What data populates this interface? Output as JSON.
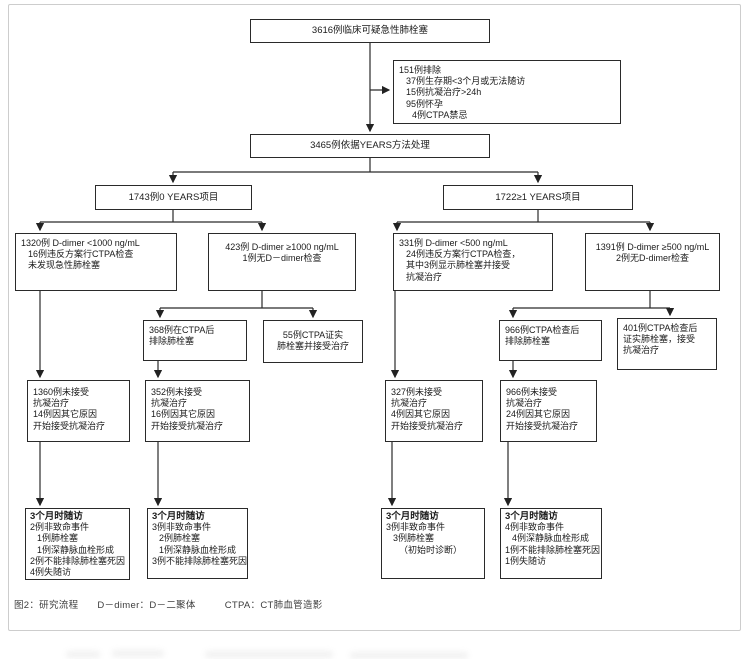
{
  "diagram": {
    "caption": {
      "figure_label": "图2：研究流程",
      "dd_definition": "D－dimer：D－二聚体",
      "ctpa_definition": "CTPA：CT肺血管造影"
    },
    "nodes": {
      "total": {
        "title": "3616例临床可疑急性肺栓塞"
      },
      "excluded": {
        "lines": [
          "151例排除",
          "37例生存期<3个月或无法随访",
          "15例抗凝治疗>24h",
          "95例怀孕",
          "4例CTPA禁忌"
        ]
      },
      "years_managed": {
        "title": "3465例依据YEARS方法处理"
      },
      "years_zero": {
        "title": "1743例0 YEARS项目"
      },
      "years_one_plus": {
        "title": "1722≥1 YEARS项目"
      },
      "ddimer_lt_1000": {
        "lines": [
          "1320例 D-dimer <1000 ng/mL",
          "16例违反方案行CTPA检查",
          "未发现急性肺栓塞"
        ]
      },
      "ddimer_ge_1000": {
        "lines": [
          "423例 D-dimer ≥1000 ng/mL",
          "1例无D－dimer检查"
        ]
      },
      "ddimer_lt_500": {
        "lines": [
          "331例 D-dimer <500 ng/mL",
          "24例违反方案行CTPA检查，",
          "其中3例显示肺栓塞并接受",
          "抗凝治疗"
        ]
      },
      "ddimer_ge_500": {
        "lines": [
          "1391例 D-dimer ≥500 ng/mL",
          "2例无D-dimer检查"
        ]
      },
      "ctpa_excluded_368": {
        "lines": [
          "368例在CTPA后",
          "排除肺栓塞"
        ]
      },
      "ctpa_confirmed_55": {
        "lines": [
          "55例CTPA证实",
          "肺栓塞并接受治疗"
        ]
      },
      "ctpa_excluded_966": {
        "lines": [
          "966例CTPA检查后",
          "排除肺栓塞"
        ]
      },
      "ctpa_confirmed_401": {
        "lines": [
          "401例CTPA检查后",
          "证实肺栓塞，接受",
          "抗凝治疗"
        ]
      },
      "no_anticoag_1360": {
        "lines": [
          "1360例未接受",
          "抗凝治疗",
          "14例因其它原因",
          "开始接受抗凝治疗"
        ]
      },
      "no_anticoag_352": {
        "lines": [
          "352例未接受",
          "抗凝治疗",
          "16例因其它原因",
          "开始接受抗凝治疗"
        ]
      },
      "no_anticoag_327": {
        "lines": [
          "327例未接受",
          "抗凝治疗",
          "4例因其它原因",
          "开始接受抗凝治疗"
        ]
      },
      "no_anticoag_966": {
        "lines": [
          "966例未接受",
          "抗凝治疗",
          "24例因其它原因",
          "开始接受抗凝治疗"
        ]
      },
      "followup_1": {
        "title": "3个月时随访",
        "lines": [
          "2例非致命事件",
          "1例肺栓塞",
          "1例深静脉血栓形成",
          "2例不能排除肺栓塞死因",
          "4例失随访"
        ]
      },
      "followup_2": {
        "title": "3个月时随访",
        "lines": [
          "3例非致命事件",
          "2例肺栓塞",
          "1例深静脉血栓形成",
          "3例不能排除肺栓塞死因"
        ]
      },
      "followup_3": {
        "title": "3个月时随访",
        "lines": [
          "3例非致命事件",
          "3例肺栓塞",
          "（初始时诊断）"
        ]
      },
      "followup_4": {
        "title": "3个月时随访",
        "lines": [
          "4例非致命事件",
          "4例深静脉血栓形成",
          "1例不能排除肺栓塞死因",
          "1例失随访"
        ]
      }
    }
  }
}
